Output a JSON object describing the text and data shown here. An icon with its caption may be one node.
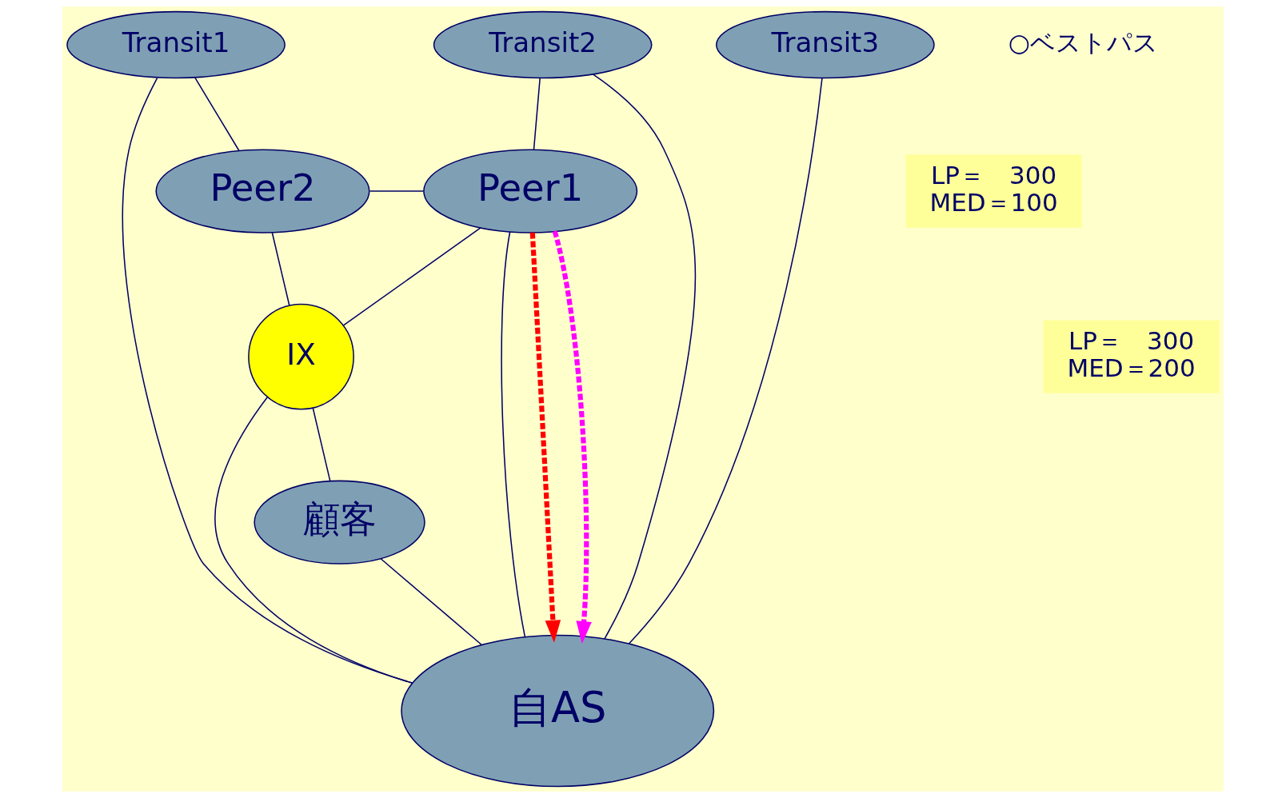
{
  "diagram": {
    "nodes": [
      {
        "text": [
          "Transit1"
        ]
      },
      {
        "text": [
          "Transit2"
        ]
      },
      {
        "text": [
          "Transit3"
        ]
      },
      {
        "text": [
          "Peer2"
        ]
      },
      {
        "text": [
          "Peer1"
        ]
      },
      {
        "text": [
          "自AS"
        ]
      },
      {
        "text": [
          "IX"
        ]
      },
      {
        "text": [
          "顧客"
        ]
      },
      {
        "text": [
          "LP＝　300",
          "MED＝100"
        ]
      },
      {
        "text": [
          "LP＝　300",
          "MED＝200"
        ]
      }
    ],
    "edges": [
      {
        "from": 0,
        "to": 3,
        "arrow": "none"
      },
      {
        "from": 0,
        "to": 5,
        "arrow": "none"
      },
      {
        "from": 1,
        "to": 4,
        "arrow": "none"
      },
      {
        "from": 1,
        "to": 5,
        "arrow": "none"
      },
      {
        "from": 2,
        "to": 5,
        "arrow": "none"
      },
      {
        "from": 3,
        "to": 4,
        "arrow": "none"
      },
      {
        "from": 3,
        "to": 6,
        "arrow": "none"
      },
      {
        "from": 4,
        "to": 5,
        "arrow": "none"
      },
      {
        "from": 4,
        "to": 6,
        "arrow": "none"
      },
      {
        "from": 6,
        "to": 5,
        "arrow": "none"
      },
      {
        "from": 6,
        "to": 7,
        "arrow": "none"
      },
      {
        "from": 7,
        "to": 5,
        "arrow": "none"
      },
      {
        "from": 4,
        "to": 5,
        "arrow": "to",
        "style": "dashed",
        "color": "#ff0000"
      },
      {
        "from": 4,
        "to": 5,
        "arrow": "to",
        "style": "dashed",
        "color": "#ff00ff"
      }
    ],
    "labels": [
      "○ベストパス"
    ]
  }
}
